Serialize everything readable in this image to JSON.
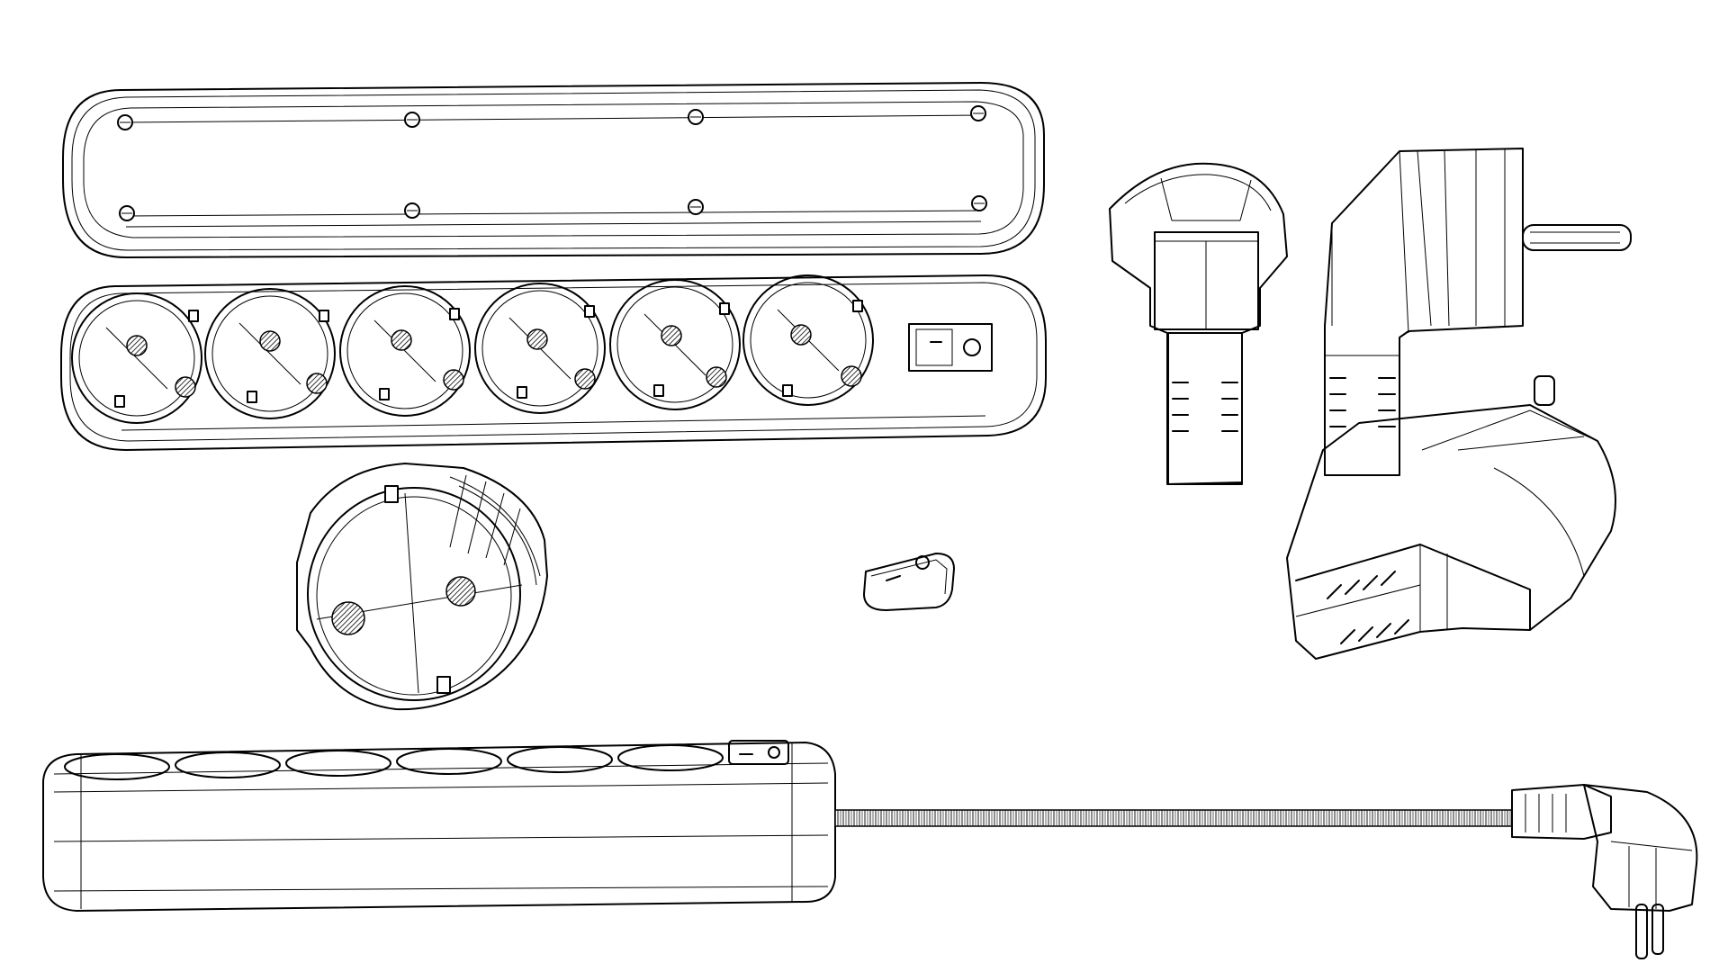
{
  "figure": {
    "background_color": "#ffffff",
    "line_color": "#000000",
    "style": "wireframe line drawing",
    "parts": [
      {
        "id": "strip-back-cover",
        "icon": "power-strip-back-icon",
        "screw_count": 8
      },
      {
        "id": "strip-top-open",
        "icon": "power-strip-top-icon",
        "socket_count": 6,
        "has_switch": true
      },
      {
        "id": "single-socket",
        "icon": "socket-insert-icon"
      },
      {
        "id": "rocker-switch",
        "icon": "rocker-switch-icon"
      },
      {
        "id": "plug-front",
        "icon": "plug-front-icon"
      },
      {
        "id": "plug-side",
        "icon": "angled-plug-side-icon"
      },
      {
        "id": "plug-perspective",
        "icon": "angled-plug-3d-icon"
      },
      {
        "id": "assembled-strip",
        "icon": "power-strip-assembled-icon",
        "socket_count": 6,
        "has_cord": true
      }
    ]
  }
}
